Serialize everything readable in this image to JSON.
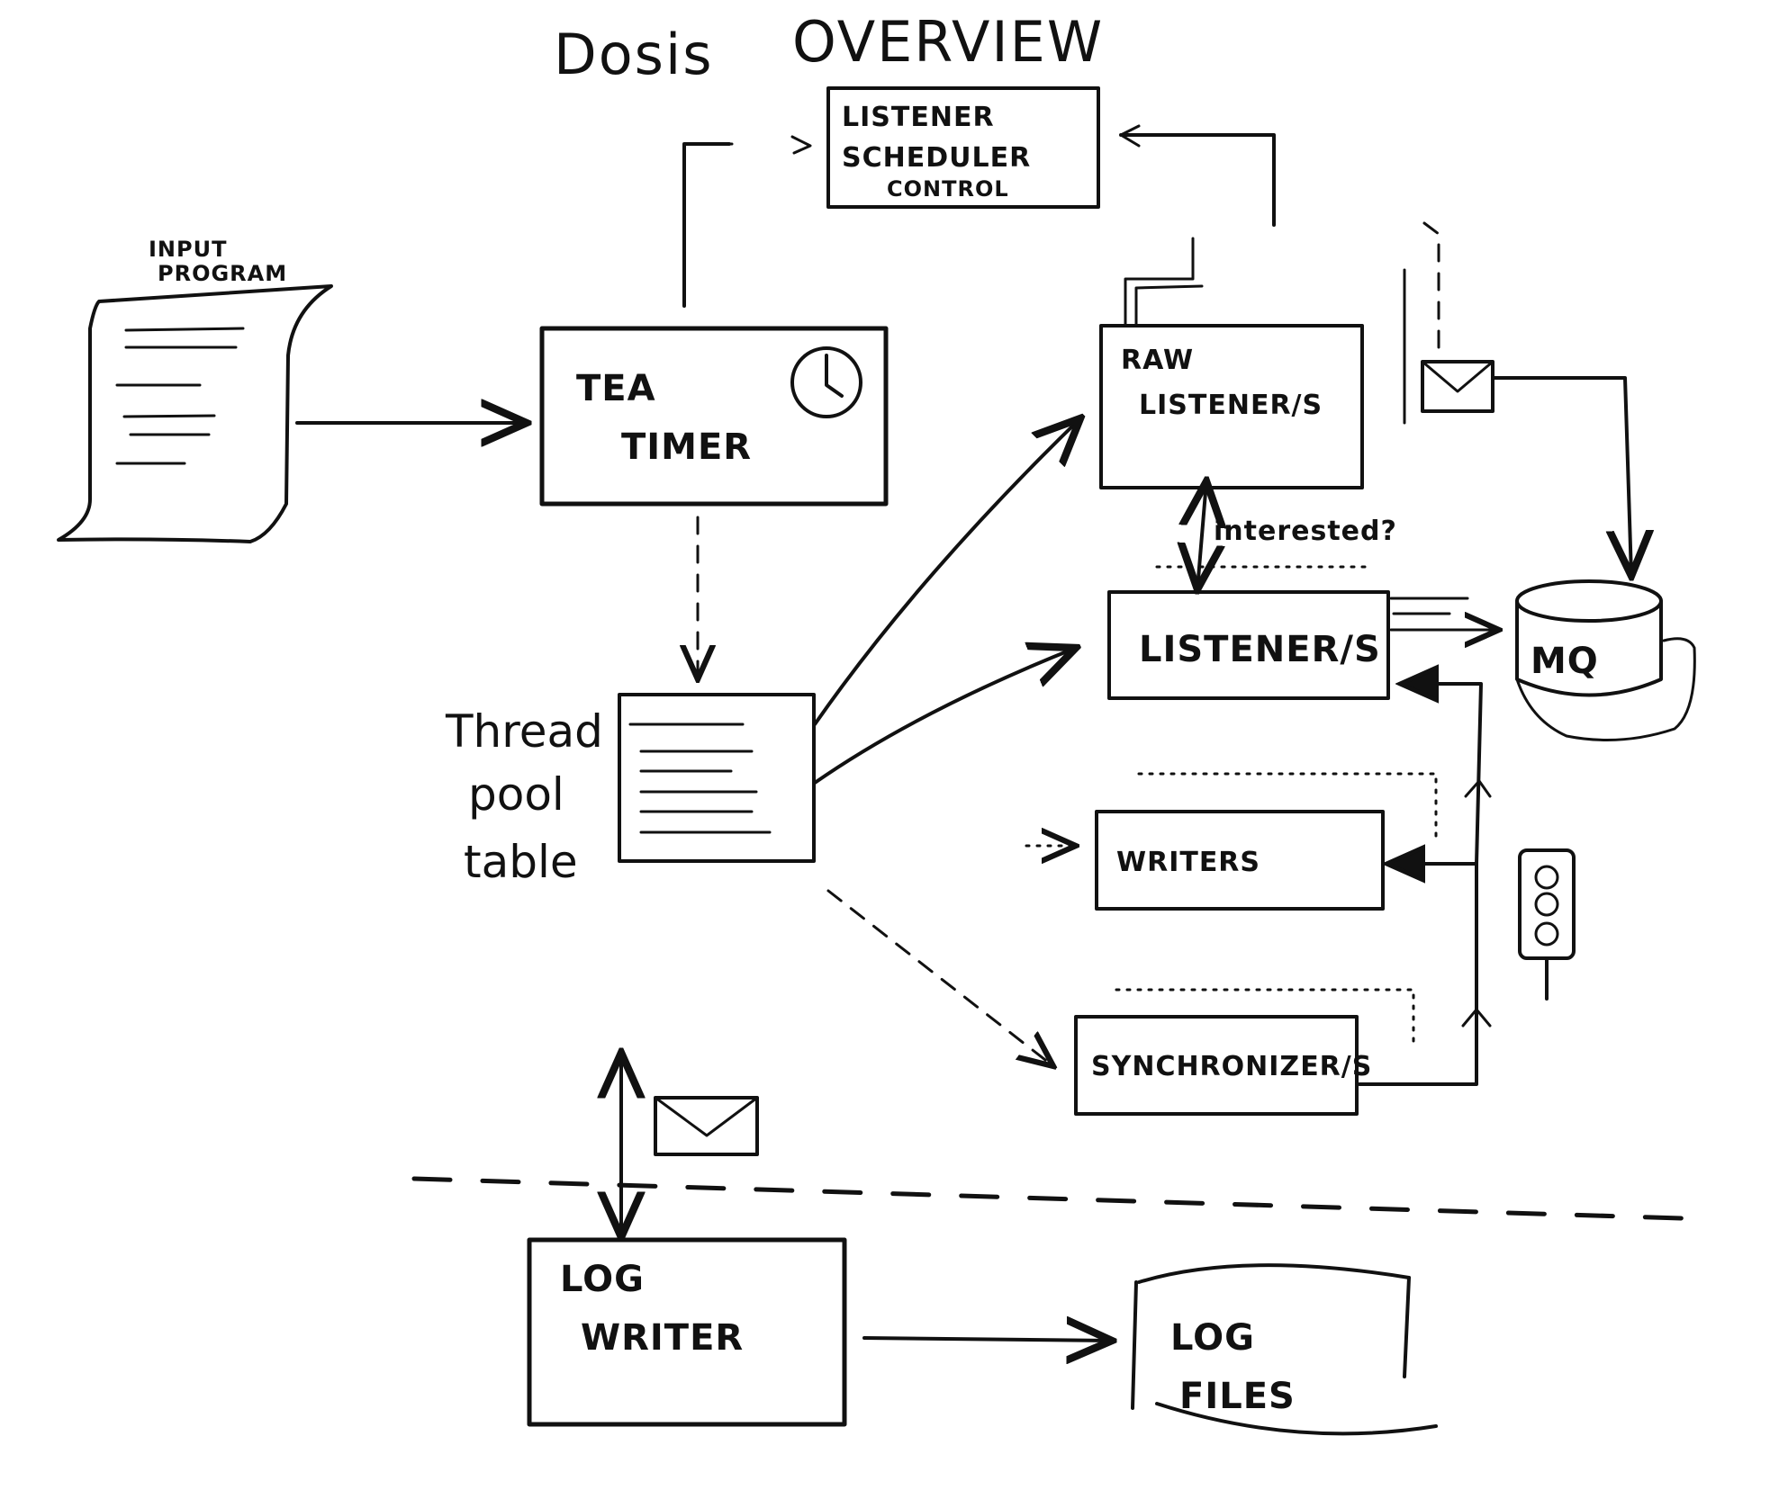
{
  "title": {
    "left": "Dosis",
    "right": "OVERVIEW"
  },
  "nodes": {
    "input_program": {
      "line1": "INPUT",
      "line2": "PROGRAM"
    },
    "listener_scheduler_control": {
      "line1": "LISTENER",
      "line2": "SCHEDULER",
      "line3": "CONTROL"
    },
    "tea_timer": {
      "line1": "TEA",
      "line2": "TIMER"
    },
    "raw_listeners": {
      "line1": "RAW",
      "line2": "LISTENER/S"
    },
    "listeners": {
      "label": "LISTENER/S"
    },
    "mq": {
      "label": "MQ"
    },
    "thread_pool_table": {
      "line1": "Thread",
      "line2": "pool",
      "line3": "table"
    },
    "writers": {
      "label": "WRITERS"
    },
    "synchronizers": {
      "label": "SYNCHRONIZER/S"
    },
    "log_writer": {
      "line1": "LOG",
      "line2": "WRITER"
    },
    "log_files": {
      "line1": "LOG",
      "line2": "FILES"
    }
  },
  "edge_labels": {
    "interested": "interested?"
  },
  "icons": [
    "clock-icon",
    "envelope-icon",
    "traffic-light-icon",
    "document-icon",
    "database-icon"
  ]
}
